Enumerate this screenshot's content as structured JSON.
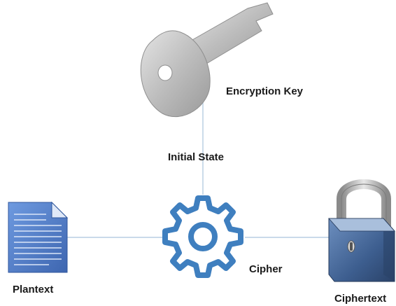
{
  "labels": {
    "encryption_key": "Encryption Key",
    "initial_state": "Initial State",
    "cipher": "Cipher",
    "plaintext": "Plantext",
    "ciphertext": "Ciphertext"
  },
  "icons": {
    "key": "key-icon",
    "gear": "gear-icon",
    "document": "document-icon",
    "padlock": "padlock-icon"
  },
  "colors": {
    "connector": "#a9c4dd",
    "gear": "#3f7fbf",
    "document": "#4f7dc9",
    "padlock_body": "#3d5e8f",
    "key": "#b7b7b7"
  }
}
